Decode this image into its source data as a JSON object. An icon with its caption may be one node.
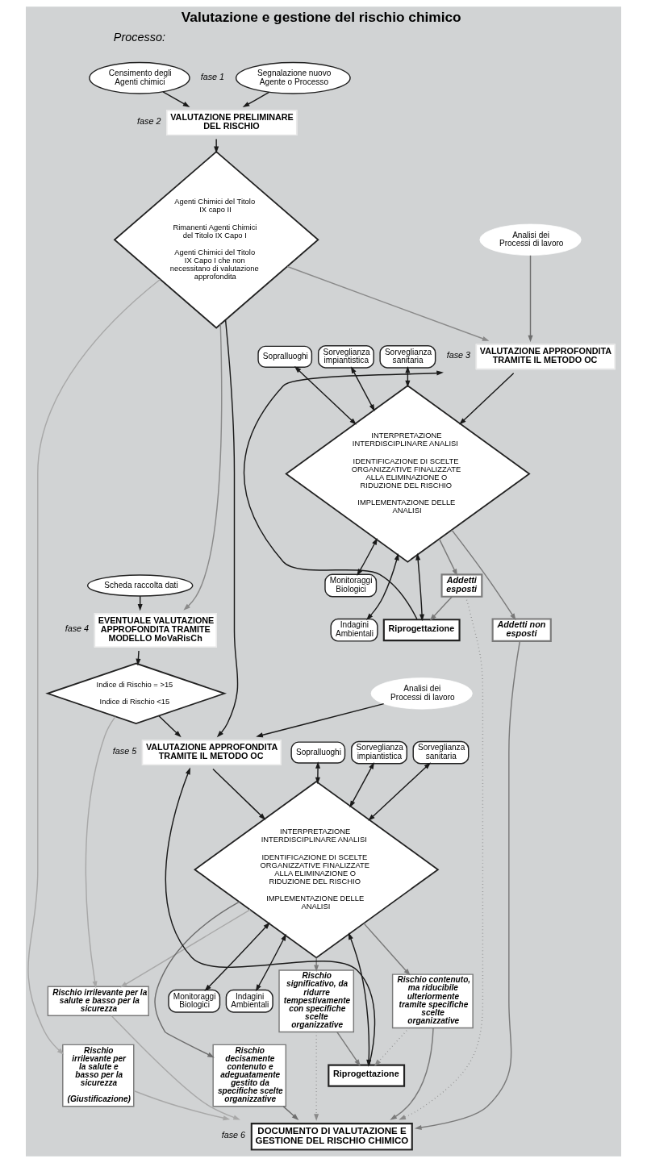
{
  "diagram": {
    "title": "Valutazione e gestione del rischio chimico",
    "nodes": [
      {
        "text": [
          "Censimento degli Agenti chimici"
        ],
        "beside": [
          "fase 1"
        ]
      },
      {
        "text": [
          "Segnalazione nuovo Agente o Processo"
        ]
      },
      {
        "text": [
          "VALUTAZIONE PRELIMINARE DEL RISCHIO"
        ],
        "beside": [
          "fase 2"
        ]
      },
      {
        "text": [
          "Agenti Chimici del Titolo IX capo II",
          "Rimanenti Agenti Chimici del Titolo IX Capo I",
          "Agenti Chimici del Titolo IX Capo I che non necessitano di valutazione approfondita"
        ]
      },
      {
        "text": [
          "Analisi dei Processi di lavoro"
        ]
      },
      {
        "text": [
          "VALUTAZIONE APPROFONDITA TRAMITE IL METODO OC"
        ],
        "beside": [
          "fase 3"
        ]
      },
      {
        "text": [
          "Sopralluoghi"
        ]
      },
      {
        "text": [
          "Sorveglianza impiantistica"
        ]
      },
      {
        "text": [
          "Sorveglianza sanitaria"
        ]
      },
      {
        "text": [
          "INTERPRETAZIONE INTERDISCIPLINARE ANALISI",
          "IDENTIFICAZIONE DI SCELTE ORGANIZZATIVE FINALIZZATE ALLA ELIMINAZIONE O RIDUZIONE DEL RISCHIO",
          "IMPLEMENTAZIONE DELLE ANALISI"
        ]
      },
      {
        "text": [
          "Monitoraggi Biologici"
        ]
      },
      {
        "text": [
          "Indagini Ambientali"
        ]
      },
      {
        "text": [
          "Riprogettazione"
        ]
      },
      {
        "text": [
          "Addetti esposti"
        ]
      },
      {
        "text": [
          "Addetti non esposti"
        ]
      },
      {
        "text": [
          "Scheda raccolta dati"
        ]
      },
      {
        "text": [
          "EVENTUALE VALUTAZIONE APPROFONDITA TRAMITE MODELLO MoVaRisCh"
        ],
        "beside": [
          "fase 4"
        ]
      },
      {
        "text": [
          "Indice di Rischio = >15",
          "Indice di Rischio <15"
        ]
      },
      {
        "text": [
          "Rischio irrilevante per la salute e basso per la sicurezza"
        ]
      },
      {
        "text": [
          "Analisi dei Processi di lavoro"
        ]
      },
      {
        "text": [
          "VALUTAZIONE APPROFONDITA TRAMITE IL METODO OC"
        ],
        "beside": [
          "fase 5"
        ]
      },
      {
        "text": [
          "Sopralluoghi"
        ]
      },
      {
        "text": [
          "Sorveglianza impiantistica"
        ]
      },
      {
        "text": [
          "Sorveglianza sanitaria"
        ]
      },
      {
        "text": [
          "INTERPRETAZIONE INTERDISCIPLINARE ANALISI",
          "IDENTIFICAZIONE DI SCELTE ORGANIZZATIVE FINALIZZATE ALLA ELIMINAZIONE O RIDUZIONE DEL RISCHIO",
          "IMPLEMENTAZIONE DELLE ANALISI"
        ]
      },
      {
        "text": [
          "Monitoraggi Biologici"
        ]
      },
      {
        "text": [
          "Indagini Ambientali"
        ]
      },
      {
        "text": [
          "Riprogettazione"
        ]
      },
      {
        "text": [
          "Rischio decisamente contenuto e adeguatamente gestito da specifiche scelte organizzative"
        ]
      },
      {
        "text": [
          "Rischio contenuto, ma riducibile ulteriormente tramite specifiche scelte organizzative"
        ]
      },
      {
        "text": [
          "Rischio significativo, da ridurre tempestivamente con specifiche scelte organizzative"
        ]
      },
      {
        "text": [
          "Rischio irrilevante per la salute e basso per la sicurezza",
          "(Giustificazione)"
        ]
      },
      {
        "text": [
          "DOCUMENTO DI VALUTAZIONE E GESTIONE DEL RISCHIO CHIMICO"
        ],
        "beside": [
          "fase 6"
        ]
      }
    ],
    "edges": [
      {
        "from": 0,
        "to": 2,
        "arrow": "to"
      },
      {
        "from": 1,
        "to": 2,
        "arrow": "to"
      },
      {
        "from": 2,
        "to": 3,
        "arrow": "to"
      },
      {
        "from": 3,
        "to": 5,
        "arrow": "to",
        "color": "#8a8a8a"
      },
      {
        "from": 3,
        "to": 31,
        "arrow": "to",
        "color": "#a8a8a8"
      },
      {
        "from": 3,
        "to": 16,
        "arrow": "to",
        "color": "#8a8a8a"
      },
      {
        "from": 3,
        "to": 20,
        "arrow": "to"
      },
      {
        "from": 4,
        "to": 5,
        "arrow": "to",
        "color": "#6e6e6e"
      },
      {
        "from": 5,
        "to": 9,
        "arrow": "to"
      },
      {
        "from": 6,
        "to": 9,
        "arrow": "both"
      },
      {
        "from": 7,
        "to": 9,
        "arrow": "both"
      },
      {
        "from": 8,
        "to": 9,
        "arrow": "both"
      },
      {
        "from": 10,
        "to": 9,
        "arrow": "both"
      },
      {
        "from": 11,
        "to": 9,
        "arrow": "both"
      },
      {
        "from": 12,
        "to": 9,
        "arrow": "both"
      },
      {
        "from": 12,
        "to": 5,
        "arrow": "to"
      },
      {
        "from": 9,
        "to": 13,
        "arrow": "to",
        "color": "#7a7a7a"
      },
      {
        "from": 9,
        "to": 14,
        "arrow": "to",
        "color": "#7a7a7a"
      },
      {
        "from": 13,
        "to": 12,
        "arrow": "to",
        "color": "#7a7a7a"
      },
      {
        "from": 13,
        "to": 32,
        "arrow": "to",
        "style": "dashed",
        "color": "#8a8a8a"
      },
      {
        "from": 14,
        "to": 32,
        "arrow": "to",
        "color": "#7a7a7a"
      },
      {
        "from": 15,
        "to": 16,
        "arrow": "to"
      },
      {
        "from": 16,
        "to": 17,
        "arrow": "to"
      },
      {
        "from": 17,
        "to": 20,
        "arrow": "to"
      },
      {
        "from": 17,
        "to": 18,
        "arrow": "to",
        "color": "#a8a8a8"
      },
      {
        "from": 19,
        "to": 20,
        "arrow": "to"
      },
      {
        "from": 20,
        "to": 24,
        "arrow": "to"
      },
      {
        "from": 21,
        "to": 24,
        "arrow": "both"
      },
      {
        "from": 22,
        "to": 24,
        "arrow": "both"
      },
      {
        "from": 23,
        "to": 24,
        "arrow": "both"
      },
      {
        "from": 25,
        "to": 24,
        "arrow": "both"
      },
      {
        "from": 26,
        "to": 24,
        "arrow": "both"
      },
      {
        "from": 27,
        "to": 24,
        "arrow": "both"
      },
      {
        "from": 27,
        "to": 20,
        "arrow": "to"
      },
      {
        "from": 24,
        "to": 18,
        "arrow": "to",
        "color": "#a8a8a8"
      },
      {
        "from": 24,
        "to": 28,
        "arrow": "to",
        "color": "#6e6e6e"
      },
      {
        "from": 24,
        "to": 29,
        "arrow": "to",
        "color": "#7a7a7a"
      },
      {
        "from": 24,
        "to": 30,
        "arrow": "to",
        "color": "#7a7a7a"
      },
      {
        "from": 30,
        "to": 27,
        "arrow": "to",
        "color": "#7a7a7a"
      },
      {
        "from": 29,
        "to": 27,
        "arrow": "to",
        "style": "dashed",
        "color": "#8a8a8a"
      },
      {
        "from": 30,
        "to": 32,
        "arrow": "to",
        "style": "dashed",
        "color": "#8a8a8a"
      },
      {
        "from": 28,
        "to": 32,
        "arrow": "to",
        "color": "#6e6e6e"
      },
      {
        "from": 29,
        "to": 32,
        "arrow": "to",
        "color": "#7a7a7a"
      },
      {
        "from": 18,
        "to": 32,
        "arrow": "to",
        "color": "#a8a8a8"
      },
      {
        "from": 31,
        "to": 32,
        "arrow": "to",
        "color": "#a8a8a8"
      }
    ],
    "labels": [
      "Processo:"
    ]
  }
}
